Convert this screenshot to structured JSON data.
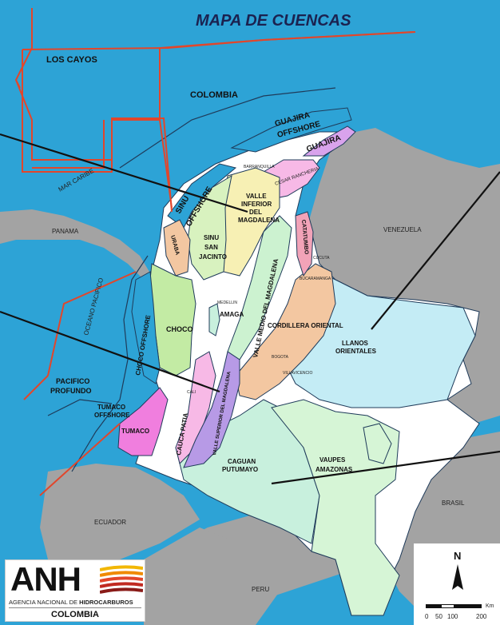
{
  "title": "MAPA DE CUENCAS",
  "colors": {
    "ocean": "#2da3d6",
    "land_other": "#a3a3a3",
    "colombia_white": "#ffffff",
    "maritime_border": "#e2462b",
    "basin_outline": "#1f3b5a"
  },
  "labels": {
    "los_cayos": "LOS CAYOS",
    "colombia": "COLOMBIA",
    "guajira_offshore_1": "GUAJIRA",
    "guajira_offshore_2": "OFFSHORE",
    "guajira": "GUAJIRA",
    "mar_caribe": "MAR CARIBE",
    "panama": "PANAMA",
    "venezuela": "VENEZUELA",
    "sinu_offshore_1": "SINU",
    "sinu_offshore_2": "OFFSHORE",
    "vim_1": "VALLE",
    "vim_2": "INFERIOR",
    "vim_3": "DEL",
    "vim_4": "MAGDALENA",
    "sinu_san_jacinto_1": "SINU",
    "sinu_san_jacinto_2": "SAN",
    "sinu_san_jacinto_3": "JACINTO",
    "uraba": "URABA",
    "cesar_rancheria": "CESAR RANCHERIA",
    "catatumbo": "CATATUMBO",
    "oceano_pacifico": "OCEANO PACIFICO",
    "choco": "CHOCO",
    "amaga": "AMAGA",
    "vmm": "VALLE MEDIO DEL MAGDALENA",
    "cordillera_oriental": "CORDILLERA ORIENTAL",
    "llanos_1": "LLANOS",
    "llanos_2": "ORIENTALES",
    "choco_offshore": "CHOCO OFFSHORE",
    "pacifico_profundo_1": "PACIFICO",
    "pacifico_profundo_2": "PROFUNDO",
    "tumaco_offshore_1": "TUMACO",
    "tumaco_offshore_2": "OFFSHORE",
    "tumaco": "TUMACO",
    "cauca_patia": "CAUCA PATIA",
    "vsm": "VALLE SUPERIOR DEL MAGDALENA",
    "caguan_1": "CAGUAN",
    "caguan_2": "PUTUMAYO",
    "vaupes_1": "VAUPES",
    "vaupes_2": "AMAZONAS",
    "ecuador": "ECUADOR",
    "brasil": "BRASIL",
    "peru": "PERU",
    "medellin": "MEDELLIN",
    "bogota": "BOGOTA",
    "cucuta": "CUCUTA",
    "bucaramanga": "BUCARAMANGA",
    "villavicencio": "VILLAVICENCIO",
    "cali": "CALI",
    "barranquilla": "BARRANQUILLA"
  },
  "scale": {
    "ticks": [
      "0",
      "50",
      "100",
      "200"
    ],
    "unit": "Km"
  },
  "north": "N",
  "logo": {
    "abbr": "ANH",
    "agency_prefix": "AGENCIA NACIONAL DE ",
    "agency_bold": "HIDROCARBUROS",
    "country": "COLOMBIA"
  }
}
